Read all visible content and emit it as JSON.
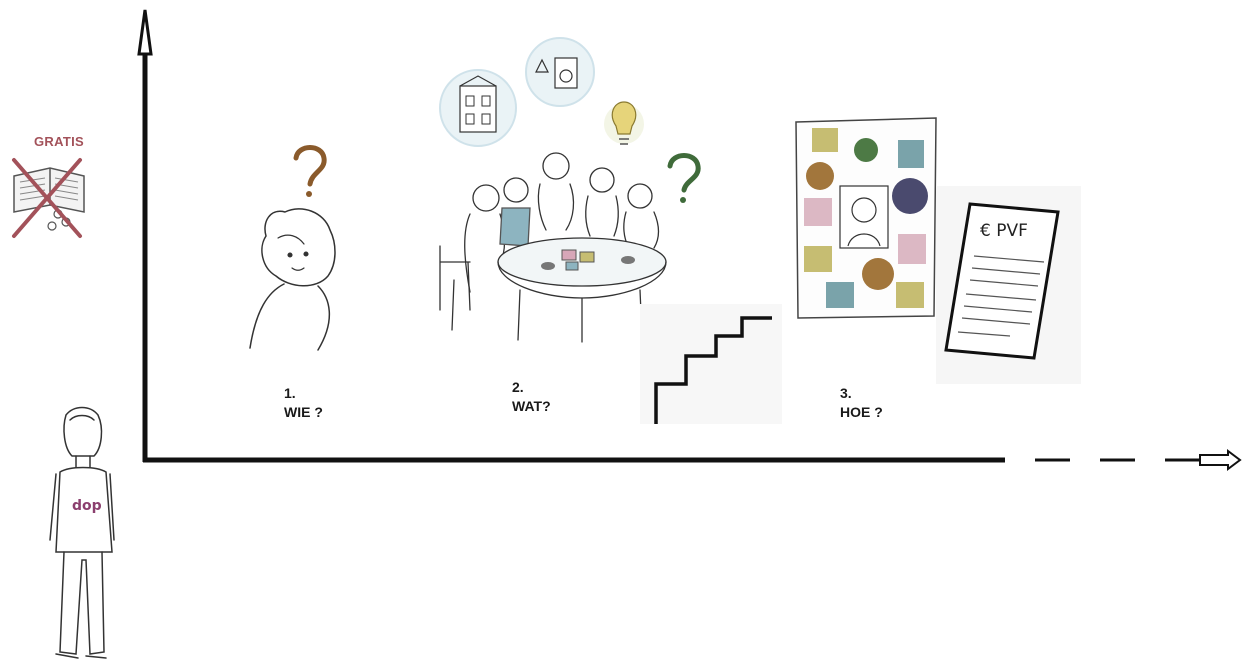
{
  "gratis": {
    "text": "GRATIS",
    "color": "#a3525a"
  },
  "steps": [
    {
      "number": "1.",
      "question": "WIE ?"
    },
    {
      "number": "2.",
      "question": "WAT?"
    },
    {
      "number": "3.",
      "question": "HOE ?"
    }
  ],
  "document": {
    "label": "€ PVF"
  },
  "shirt_logo": {
    "text": "dop"
  },
  "colors": {
    "question_brown": "#8a5a2b",
    "question_green": "#3f6b3a",
    "sticky_yellow": "#c6bd72",
    "sticky_blue": "#7aa3aa",
    "sticky_pink": "#dcb8c4",
    "logo_purple": "#8b3f6e"
  }
}
